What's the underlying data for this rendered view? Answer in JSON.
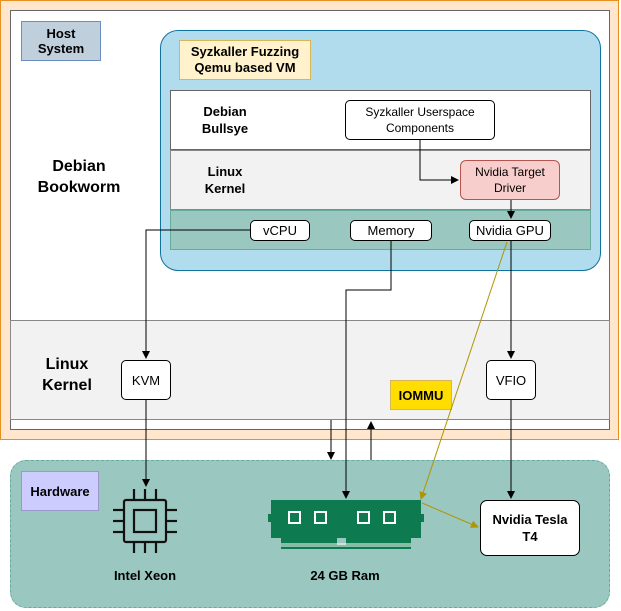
{
  "host": {
    "label": "Host\nSystem",
    "os": "Debian\nBookworm",
    "kernel": "Linux\nKernel"
  },
  "vm": {
    "label": "Syzkaller Fuzzing\nQemu based VM",
    "os": "Debian\nBullsye",
    "userspace": "Syzkaller Userspace\nComponents",
    "kernel": "Linux\nKernel",
    "driver": "Nvidia Target\nDriver",
    "vcpu": "vCPU",
    "memory": "Memory",
    "gpu": "Nvidia GPU"
  },
  "kernel_modules": {
    "kvm": "KVM",
    "iommu": "IOMMU",
    "vfio": "VFIO"
  },
  "hardware": {
    "label": "Hardware",
    "cpu": "Intel Xeon",
    "ram": "24 GB Ram",
    "gpu": "Nvidia Tesla\nT4"
  },
  "colors": {
    "arrow": "#000000",
    "iommu_arrow": "#b09500",
    "hardware_bg": "#9ac7bf",
    "vm_bg": "#b1dcee"
  }
}
